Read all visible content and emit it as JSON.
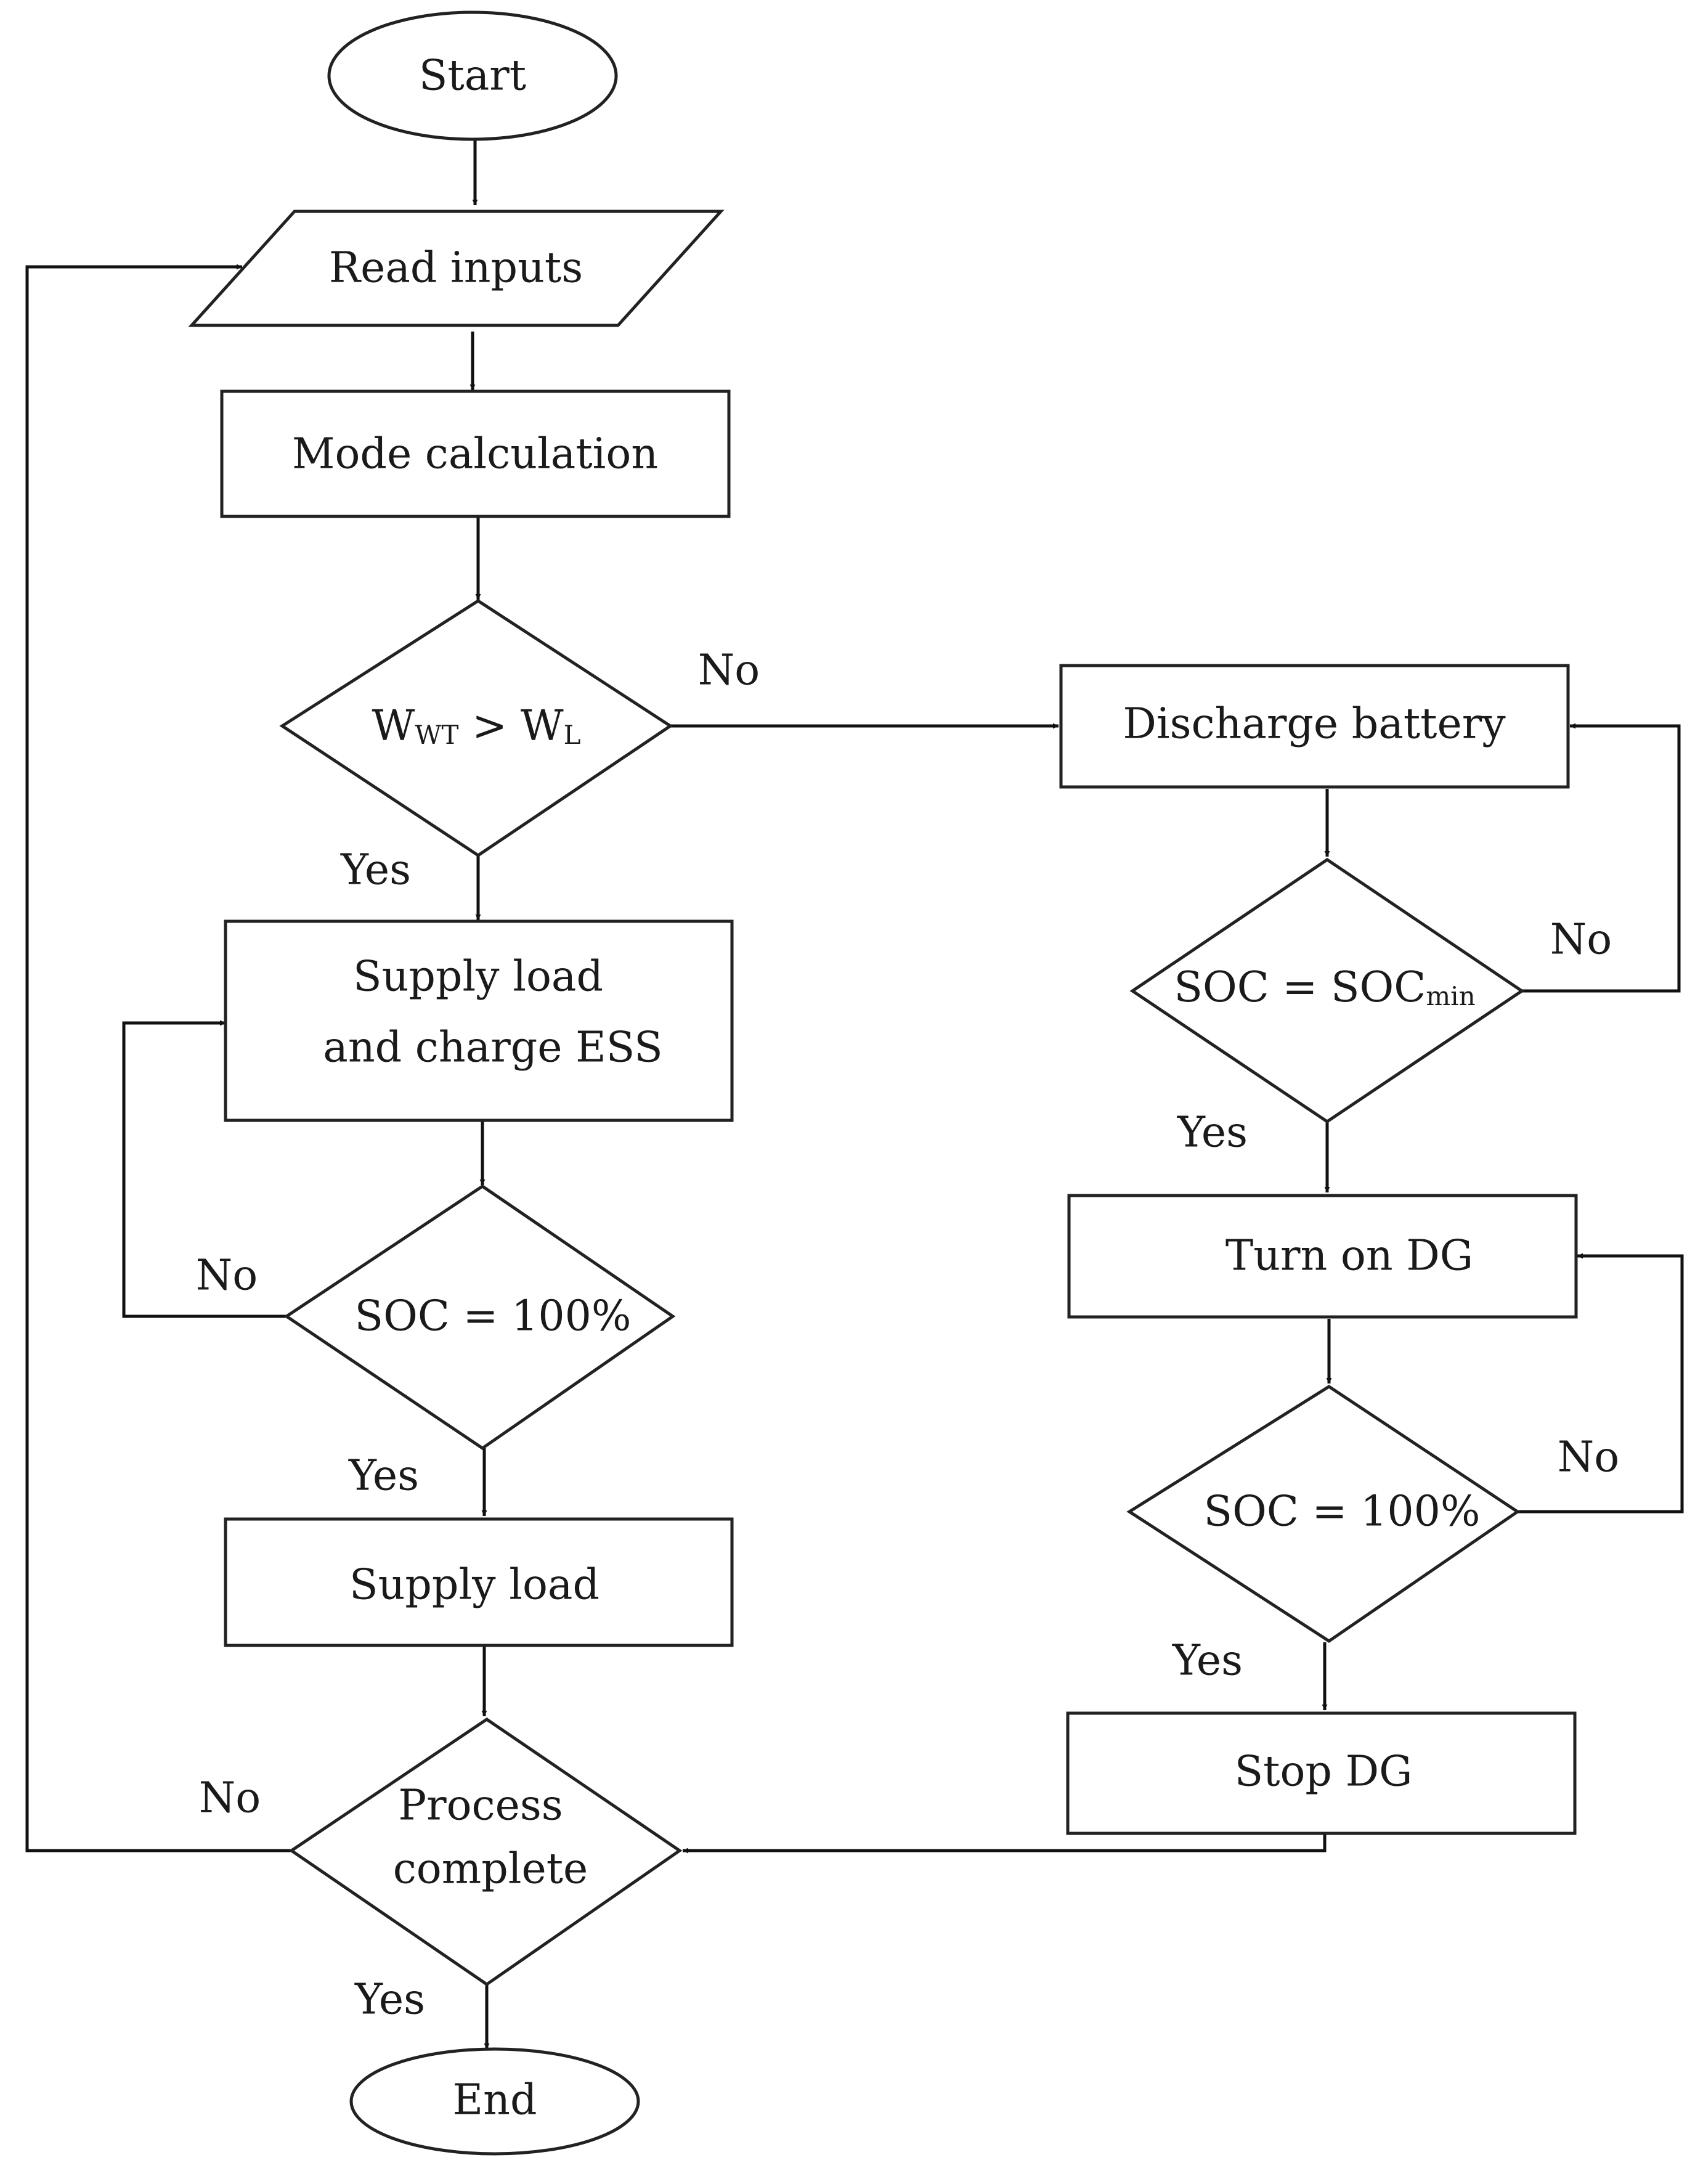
{
  "nodes": {
    "start": "Start",
    "read_inputs": "Read inputs",
    "mode_calculation": "Mode calculation",
    "decision_wind": {
      "w1": "W",
      "s1": "WT",
      "op": " > W",
      "s2": "L"
    },
    "supply_charge": [
      "Supply load",
      "and charge ESS"
    ],
    "soc_full_left": "SOC = 100%",
    "supply_load": "Supply load",
    "process_complete": [
      "Process",
      "complete"
    ],
    "end": "End",
    "discharge_battery": "Discharge battery",
    "soc_min": {
      "base": "SOC = SOC",
      "sub": "min"
    },
    "turn_on_dg": "Turn on DG",
    "soc_full_right": "SOC = 100%",
    "stop_dg": "Stop DG"
  },
  "labels": {
    "no_wind": "No",
    "yes_wind": "Yes",
    "no_soc_left": "No",
    "yes_soc_left": "Yes",
    "no_process": "No",
    "yes_process": "Yes",
    "no_soc_min": "No",
    "yes_soc_min": "Yes",
    "no_soc_right": "No",
    "yes_soc_right": "Yes"
  }
}
